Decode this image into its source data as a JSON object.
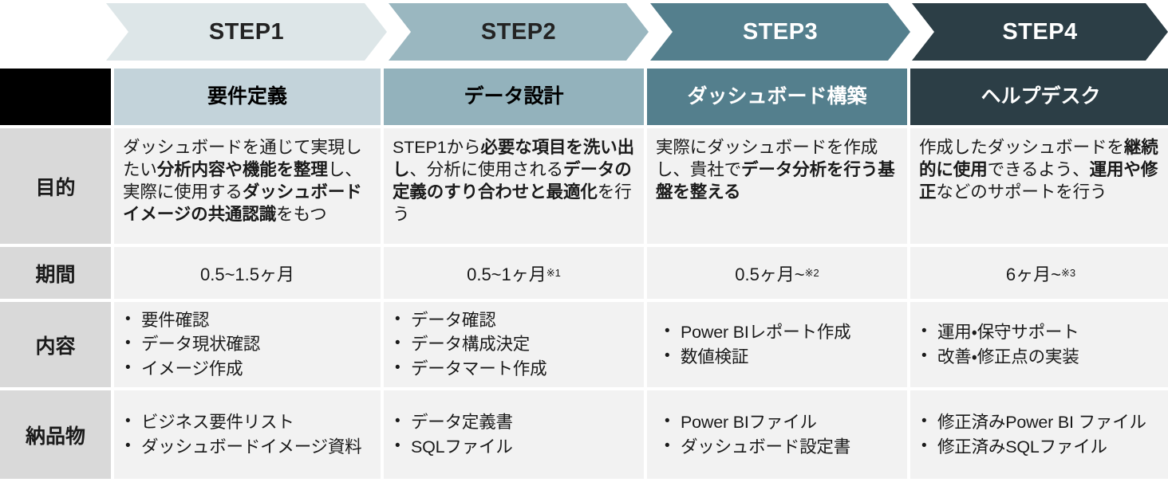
{
  "steps": [
    {
      "label": "STEP1",
      "fill": "#dde6e8",
      "text_color": "#232323"
    },
    {
      "label": "STEP2",
      "fill": "#9ab7c0",
      "text_color": "#232323"
    },
    {
      "label": "STEP3",
      "fill": "#547f8d",
      "text_color": "#ffffff"
    },
    {
      "label": "STEP4",
      "fill": "#2c3e46",
      "text_color": "#ffffff"
    }
  ],
  "header": {
    "corner": "",
    "titles": [
      "要件定義",
      "データ設計",
      "ダッシュボード構築",
      "ヘルプデスク"
    ],
    "fills": [
      "#c3d3da",
      "#93b2bc",
      "#547f8d",
      "#2c3e46"
    ],
    "corner_fill": "#000000"
  },
  "row_labels": [
    "目的",
    "期間",
    "内容",
    "納品物"
  ],
  "purpose": {
    "step1": [
      {
        "t": "ダッシュボードを通じて実現したい",
        "b": false
      },
      {
        "t": "分析内容や機能を整理",
        "b": true
      },
      {
        "t": "し、実際に使用する",
        "b": false
      },
      {
        "t": "ダッシュボードイメージの共通認識",
        "b": true
      },
      {
        "t": "をもつ",
        "b": false
      }
    ],
    "step2": [
      {
        "t": "STEP1から",
        "b": false
      },
      {
        "t": "必要な項目を洗い出し",
        "b": true
      },
      {
        "t": "、分析に使用される",
        "b": false
      },
      {
        "t": "データの定義のすり合わせと最適化",
        "b": true
      },
      {
        "t": "を行う",
        "b": false
      }
    ],
    "step3": [
      {
        "t": "実際にダッシュボードを作成し、貴社で",
        "b": false
      },
      {
        "t": "データ分析を行う基盤を整える",
        "b": true
      }
    ],
    "step4": [
      {
        "t": "作成したダッシュボードを",
        "b": false
      },
      {
        "t": "継続的に使用",
        "b": true
      },
      {
        "t": "できるよう、",
        "b": false
      },
      {
        "t": "運用や修正",
        "b": true
      },
      {
        "t": "などのサポートを行う",
        "b": false
      }
    ]
  },
  "period": [
    {
      "value": "0.5~1.5ヶ月",
      "note": ""
    },
    {
      "value": "0.5~1ヶ月",
      "note": "※1"
    },
    {
      "value": "0.5ヶ月~",
      "note": "※2"
    },
    {
      "value": "6ヶ月~",
      "note": "※3"
    }
  ],
  "content": [
    [
      "要件確認",
      "データ現状確認",
      "イメージ作成"
    ],
    [
      "データ確認",
      "データ構成決定",
      "データマート作成"
    ],
    [
      "Power BIレポート作成",
      "数値検証"
    ],
    [
      "運用・保守サポート",
      "改善・修正点の実装"
    ]
  ],
  "deliverables": [
    [
      "ビジネス要件リスト",
      "ダッシュボードイメージ資料"
    ],
    [
      "データ定義書",
      "SQLファイル"
    ],
    [
      "Power BIファイル",
      "ダッシュボード設定書"
    ],
    [
      "修正済みPower BI ファイル",
      "修正済みSQLファイル"
    ]
  ],
  "colors": {
    "row_label_bg": "#d9d9d9",
    "body_bg": "#f2f2f2",
    "page_bg": "#ffffff",
    "text": "#1a1a1a"
  }
}
